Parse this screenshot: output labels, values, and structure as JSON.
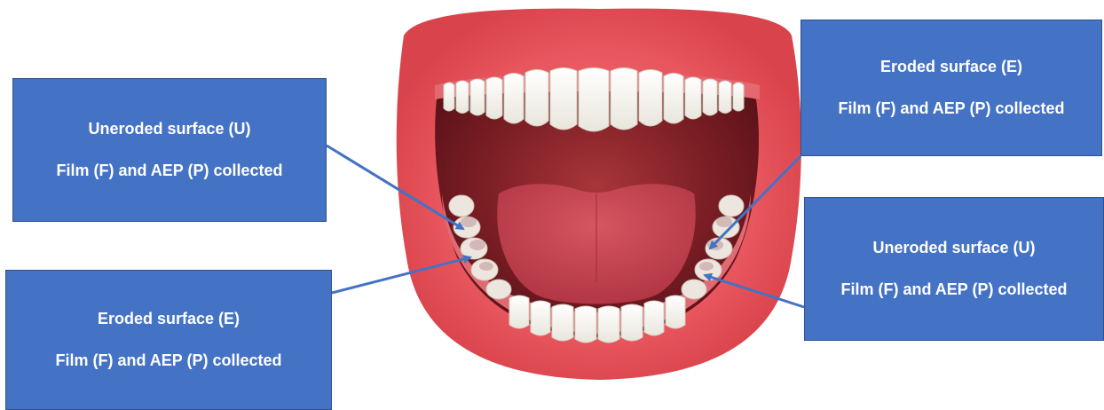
{
  "labels": {
    "top_left": {
      "title": "Uneroded surface (U)",
      "subtitle": "Film (F) and AEP (P) collected"
    },
    "bottom_left": {
      "title": "Eroded surface (E)",
      "subtitle": "Film (F) and AEP (P) collected"
    },
    "top_right": {
      "title": "Eroded surface (E)",
      "subtitle": "Film (F) and AEP (P) collected"
    },
    "bottom_right": {
      "title": "Uneroded surface (U)",
      "subtitle": "Film (F) and AEP (P) collected"
    }
  },
  "colors": {
    "box_fill": "#4472C4",
    "box_border": "#2F528F",
    "arrow": "#4472C4",
    "lips": "#E8565E",
    "mouth_cavity": "#7A1E24",
    "tongue": "#C44350",
    "teeth": "#FBFAF6"
  }
}
